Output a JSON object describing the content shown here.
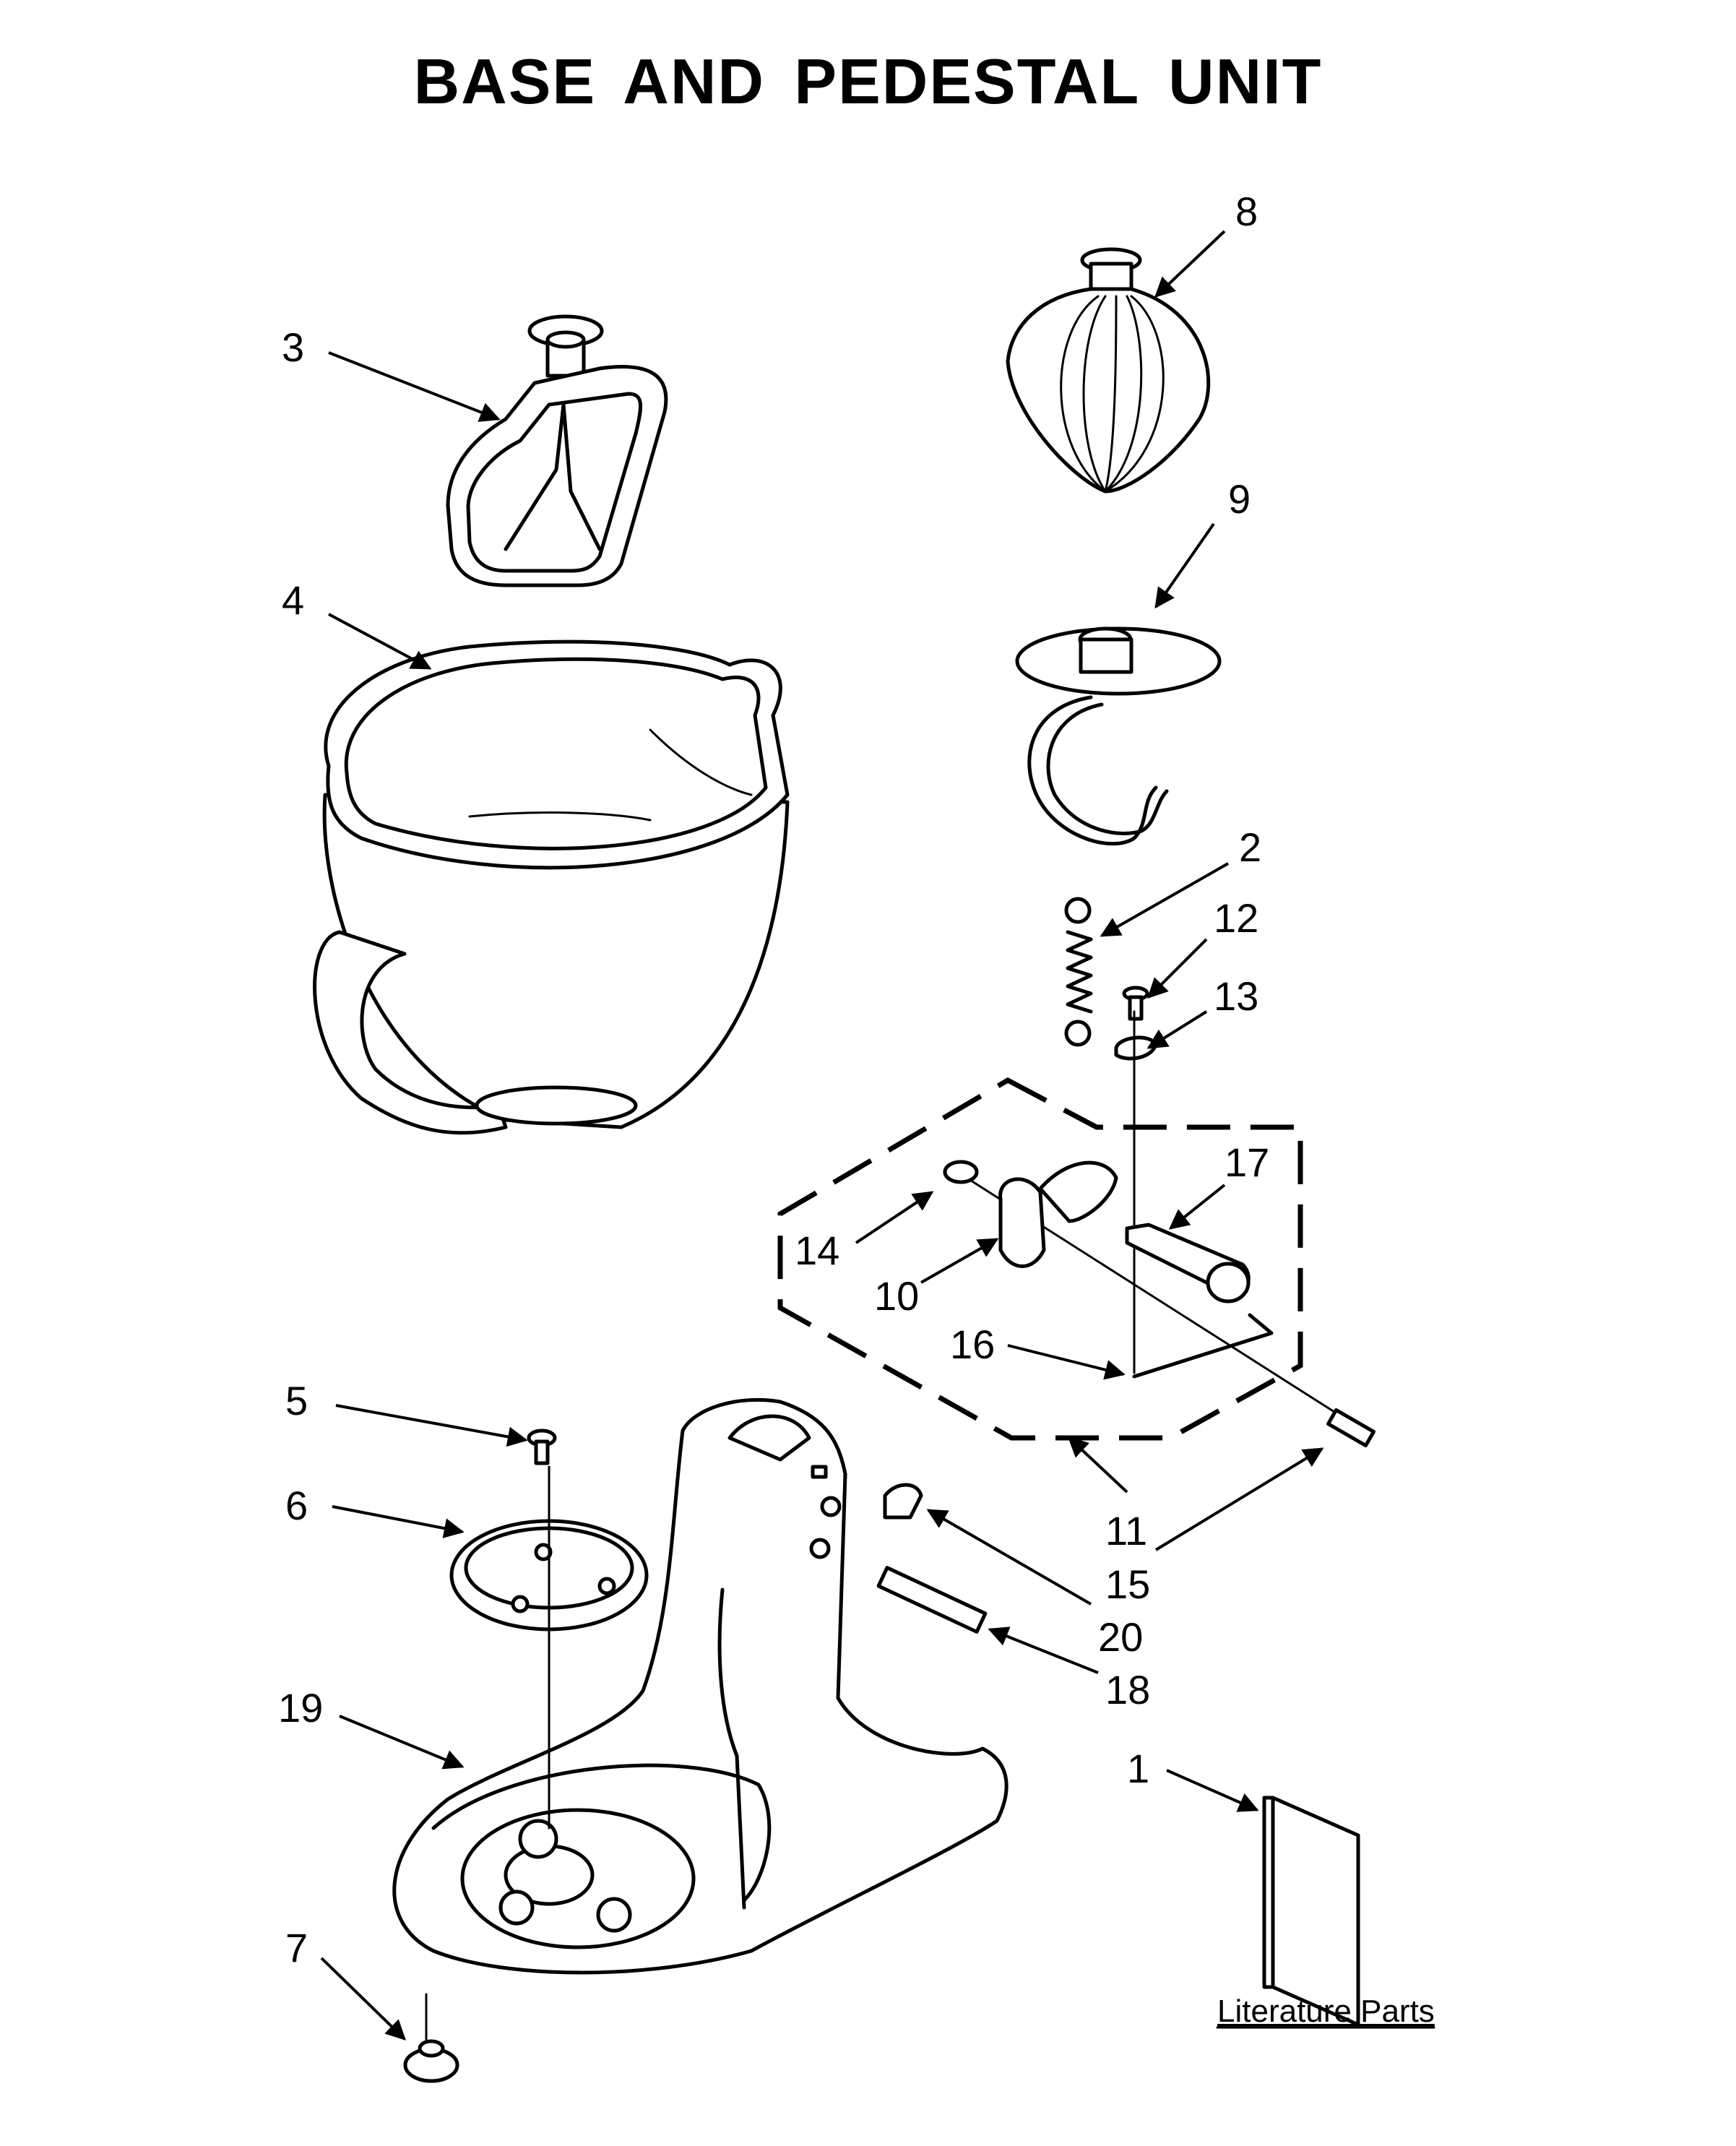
{
  "title": "BASE AND PEDESTAL UNIT",
  "callouts": {
    "c1": "1",
    "c2": "2",
    "c3": "3",
    "c4": "4",
    "c5": "5",
    "c6": "6",
    "c7": "7",
    "c8": "8",
    "c9": "9",
    "c10": "10",
    "c11": "11",
    "c12": "12",
    "c13": "13",
    "c14": "14",
    "c15": "15",
    "c16": "16",
    "c17": "17",
    "c18": "18",
    "c19": "19",
    "c20": "20"
  },
  "literature_label": "Literature Parts"
}
